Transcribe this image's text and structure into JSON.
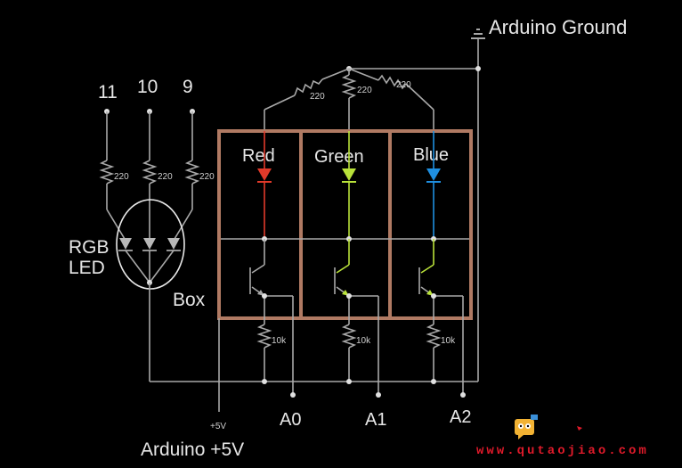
{
  "labels": {
    "ground": "Arduino Ground",
    "plus5v": "Arduino +5V",
    "plus5v_small": "+5V",
    "pin11": "11",
    "pin10": "10",
    "pin9": "9",
    "rgb_line1": "RGB",
    "rgb_line2": "LED",
    "box": "Box",
    "red": "Red",
    "green": "Green",
    "blue": "Blue",
    "a0": "A0",
    "a1": "A1",
    "a2": "A2",
    "watermark": "www.qutaojiao.com"
  },
  "resistors": {
    "r_top_left": "220",
    "r_top_mid": "220",
    "r_top_right": "220",
    "r_pin11": "220",
    "r_pin10": "220",
    "r_pin9": "220",
    "r_10k_1": "10k",
    "r_10k_2": "10k",
    "r_10k_3": "10k"
  },
  "colors": {
    "background": "#000000",
    "wire": "#a8a8a8",
    "box": "#b07a63",
    "red_led": "#e23a2a",
    "green_led": "#b9e23a",
    "blue_led": "#1f8fe0",
    "watermark": "#e01a2a"
  }
}
